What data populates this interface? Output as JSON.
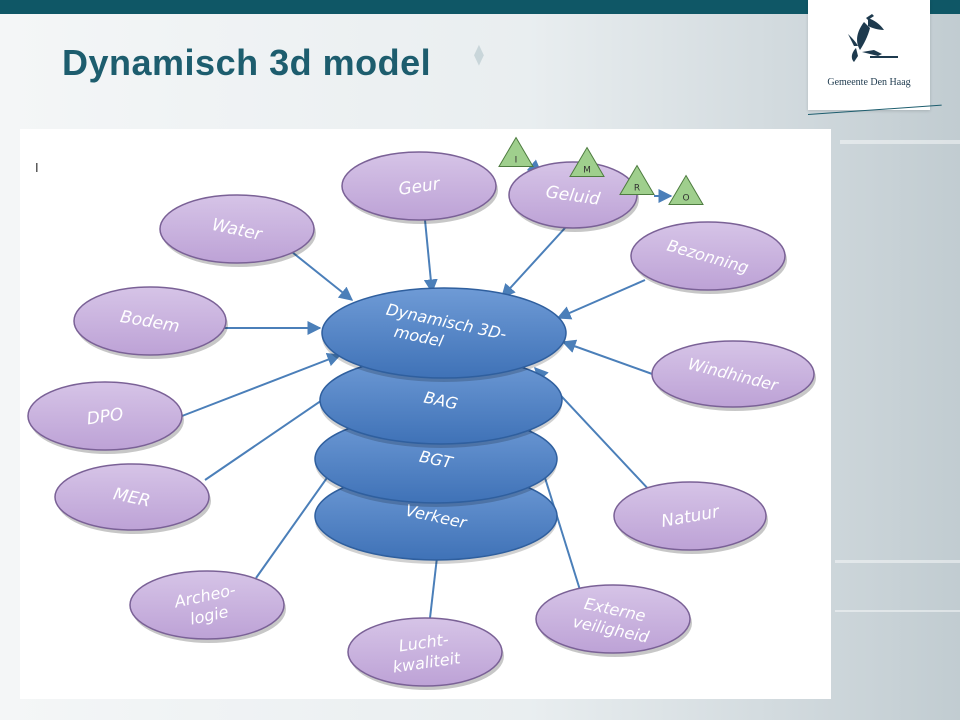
{
  "page": {
    "title": "Dynamisch 3d model",
    "marker": "I"
  },
  "logo": {
    "caption": "Gemeente Den Haag",
    "icon": "stork-icon"
  },
  "colors": {
    "topbar": "#0f5766",
    "title": "#1d5d6e",
    "satellite_fill": "#c9b3de",
    "core_fill": "#4f82c4",
    "arrow": "#4b7fb9",
    "triangle_fill": "#9fcf8d"
  },
  "diagram": {
    "core": {
      "layers": [
        "Dynamisch 3D-model",
        "BAG",
        "BGT",
        "Verkeer"
      ]
    },
    "satellites": [
      {
        "id": "geur",
        "lines": [
          "Geur"
        ]
      },
      {
        "id": "geluid",
        "lines": [
          "Geluid"
        ]
      },
      {
        "id": "water",
        "lines": [
          "Water"
        ]
      },
      {
        "id": "bezonning",
        "lines": [
          "Bezonning"
        ]
      },
      {
        "id": "bodem",
        "lines": [
          "Bodem"
        ]
      },
      {
        "id": "windhinder",
        "lines": [
          "Windhinder"
        ]
      },
      {
        "id": "dpo",
        "lines": [
          "DPO"
        ]
      },
      {
        "id": "mer",
        "lines": [
          "MER"
        ]
      },
      {
        "id": "natuur",
        "lines": [
          "Natuur"
        ]
      },
      {
        "id": "archeologie",
        "lines": [
          "Archeo-",
          "logie"
        ]
      },
      {
        "id": "externe-veiligheid",
        "lines": [
          "Externe",
          "veiligheid"
        ]
      },
      {
        "id": "luchtkwaliteit",
        "lines": [
          "Lucht-",
          "kwaliteit"
        ]
      }
    ],
    "triangles": [
      "I",
      "M",
      "R",
      "O"
    ]
  }
}
